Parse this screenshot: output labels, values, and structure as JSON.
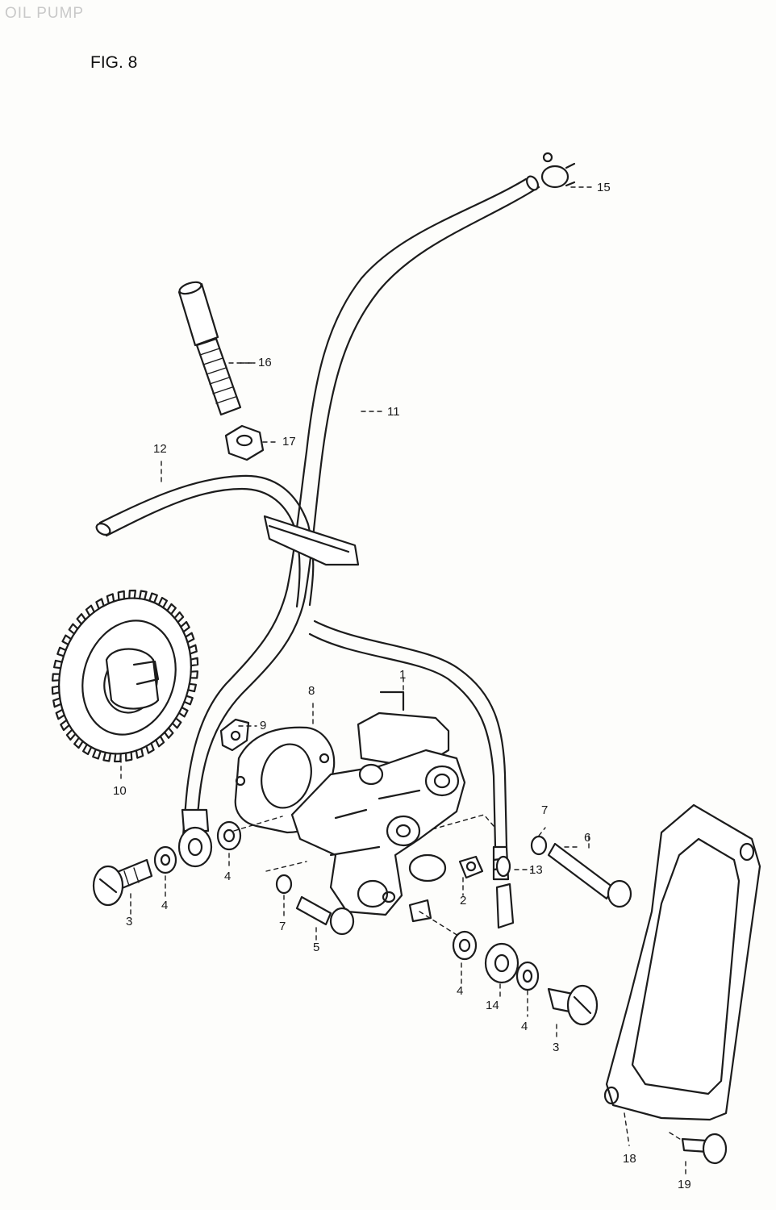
{
  "header": {
    "section": "OIL PUMP",
    "figure": "FIG. 8"
  },
  "callouts": [
    "1",
    "3",
    "4",
    "4",
    "3",
    "4",
    "5",
    "7",
    "2",
    "13",
    "7",
    "6",
    "4",
    "14",
    "8",
    "9",
    "10",
    "11",
    "12",
    "15",
    "16",
    "17",
    "18",
    "19"
  ]
}
